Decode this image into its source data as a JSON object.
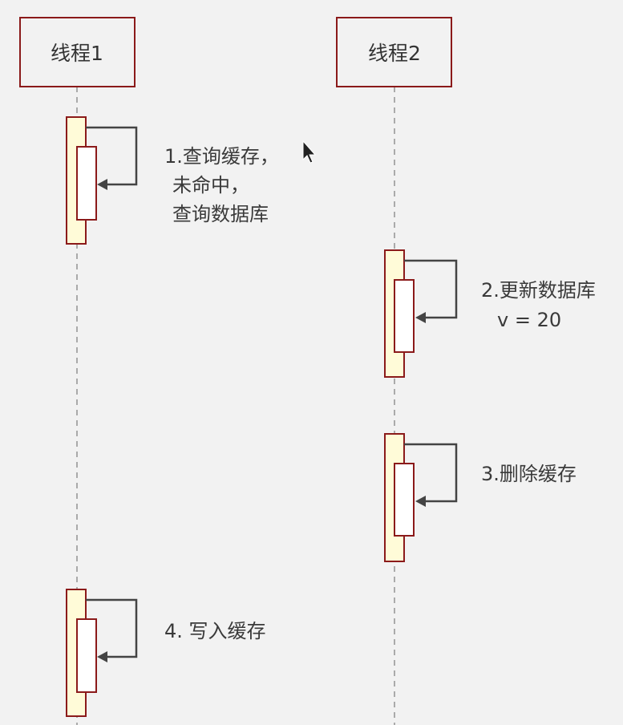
{
  "participants": [
    {
      "label": "线程1"
    },
    {
      "label": "线程2"
    }
  ],
  "steps": [
    {
      "participant": 0,
      "lines": [
        "1.查询缓存，",
        "未命中，",
        "查询数据库"
      ]
    },
    {
      "participant": 1,
      "lines": [
        "2.更新数据库",
        "v = 20"
      ]
    },
    {
      "participant": 1,
      "lines": [
        "3.删除缓存"
      ]
    },
    {
      "participant": 0,
      "lines": [
        "4. 写入缓存"
      ]
    }
  ],
  "colors": {
    "background": "#f2f2f2",
    "participant_border": "#8b1a1a",
    "activation_fill": "#fffbd8",
    "inner_activation_fill": "#ffffff",
    "lifeline": "#aaaaaa",
    "arrow": "#444444",
    "text": "#333333"
  }
}
